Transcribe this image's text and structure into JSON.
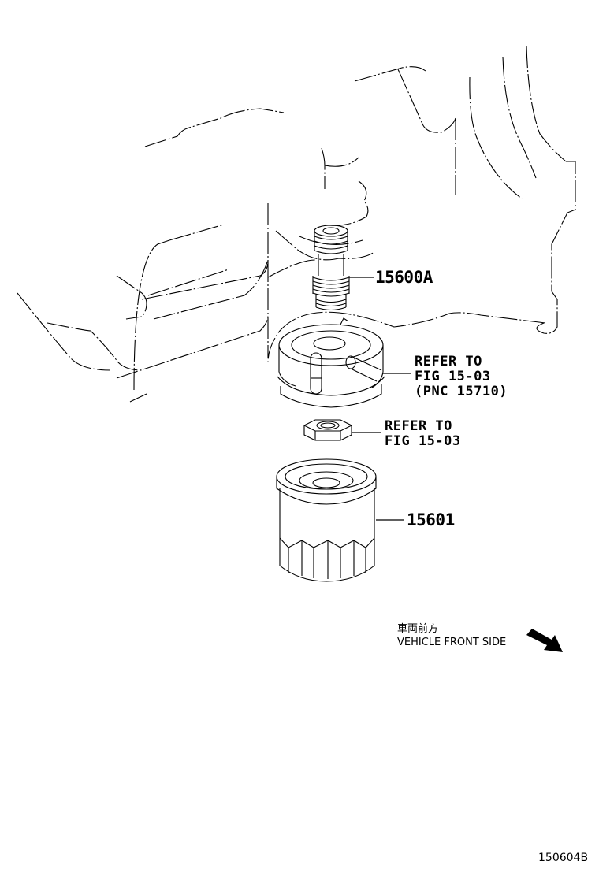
{
  "diagram": {
    "type": "exploded parts diagram - oil filter assembly",
    "parts": [
      {
        "id": "union-bolt",
        "label": "15600A"
      },
      {
        "id": "oil-cooler",
        "label_lines": [
          "REFER TO",
          "FIG 15-03",
          "(PNC 15710)"
        ]
      },
      {
        "id": "nut",
        "label_lines": [
          "REFER TO",
          "FIG 15-03"
        ]
      },
      {
        "id": "oil-filter",
        "label": "15601"
      }
    ],
    "direction": {
      "jp": "車両前方",
      "en": "VEHICLE FRONT SIDE"
    },
    "figure_code": "150604B"
  }
}
